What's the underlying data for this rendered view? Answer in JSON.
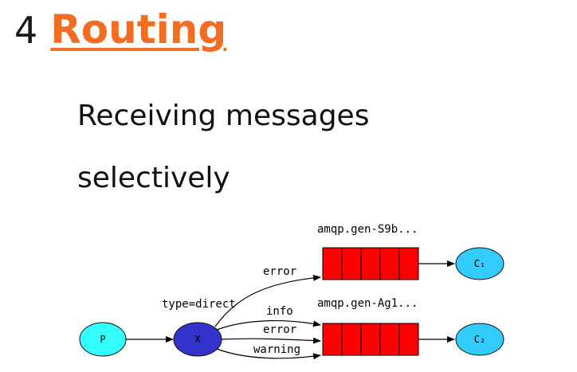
{
  "heading": {
    "number": "4",
    "title": "Routing"
  },
  "subtitle": {
    "line1": "Receiving messages",
    "line2": "selectively"
  },
  "diagram": {
    "producer": "P",
    "exchange": "X",
    "exchange_type": "type=direct",
    "queues": [
      {
        "name": "amqp.gen-S9b...",
        "consumer": "C₁",
        "bindings": [
          "error"
        ]
      },
      {
        "name": "amqp.gen-Ag1...",
        "consumer": "C₂",
        "bindings": [
          "info",
          "error",
          "warning"
        ]
      }
    ],
    "colors": {
      "producer": "#33ffff",
      "exchange": "#3333cc",
      "queue": "#ff0000",
      "consumer": "#33ccff"
    }
  }
}
